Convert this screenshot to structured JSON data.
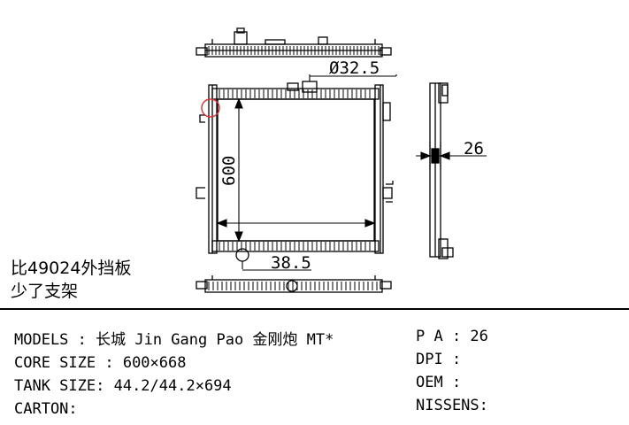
{
  "notes": {
    "line1": "比49024外挡板",
    "line2": "少了支架"
  },
  "dimensions": {
    "inlet_dia": "Ø32.5",
    "core_height": "600",
    "outlet_offset": "38.5",
    "thickness": "26"
  },
  "specs": {
    "models_label": "MODELS : ",
    "models_value": "长城 Jin Gang Pao 金刚炮 MT*",
    "core_label": "CORE SIZE : ",
    "core_value": "600×668",
    "tank_label": "TANK SIZE: ",
    "tank_value": "44.2/44.2×694",
    "carton_label": "CARTON:",
    "carton_value": "",
    "pa_label": "P A : ",
    "pa_value": "26",
    "dpi_label": "DPI : ",
    "dpi_value": "",
    "oem_label": "OEM : ",
    "oem_value": "",
    "nissens_label": "NISSENS:",
    "nissens_value": ""
  }
}
